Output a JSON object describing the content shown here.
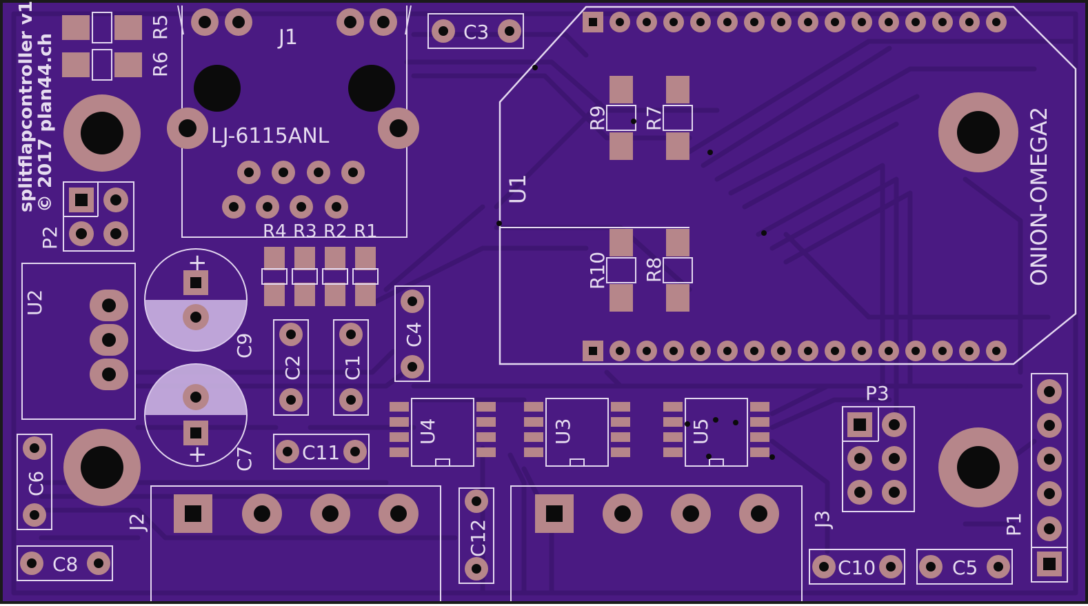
{
  "colors": {
    "board": "#4a1a82",
    "copper": "#3e1572",
    "pad": "#b6868a",
    "silk": "#e4d8f0",
    "drill": "#0b0b0b",
    "edge": "#1a1a1a"
  },
  "board_text": {
    "title": "splitflapcontroller v1",
    "copyright": "© 2017 plan44.ch",
    "module_label": "ONION-OMEGA2",
    "jack_part": "LJ-6115ANL"
  },
  "labels": {
    "J1": "J1",
    "J2": "J2",
    "J3": "J3",
    "U1": "U1",
    "U2": "U2",
    "U3": "U3",
    "U4": "U4",
    "U5": "U5",
    "P1": "P1",
    "P2": "P2",
    "P3": "P3",
    "R1": "R1",
    "R2": "R2",
    "R3": "R3",
    "R4": "R4",
    "R5": "R5",
    "R6": "R6",
    "R7": "R7",
    "R8": "R8",
    "R9": "R9",
    "R10": "R10",
    "C1": "C1",
    "C2": "C2",
    "C3": "C3",
    "C4": "C4",
    "C5": "C5",
    "C6": "C6",
    "C7": "C7",
    "C8": "C8",
    "C9": "C9",
    "C10": "C10",
    "C11": "C11",
    "C12": "C12",
    "plus": "+"
  }
}
